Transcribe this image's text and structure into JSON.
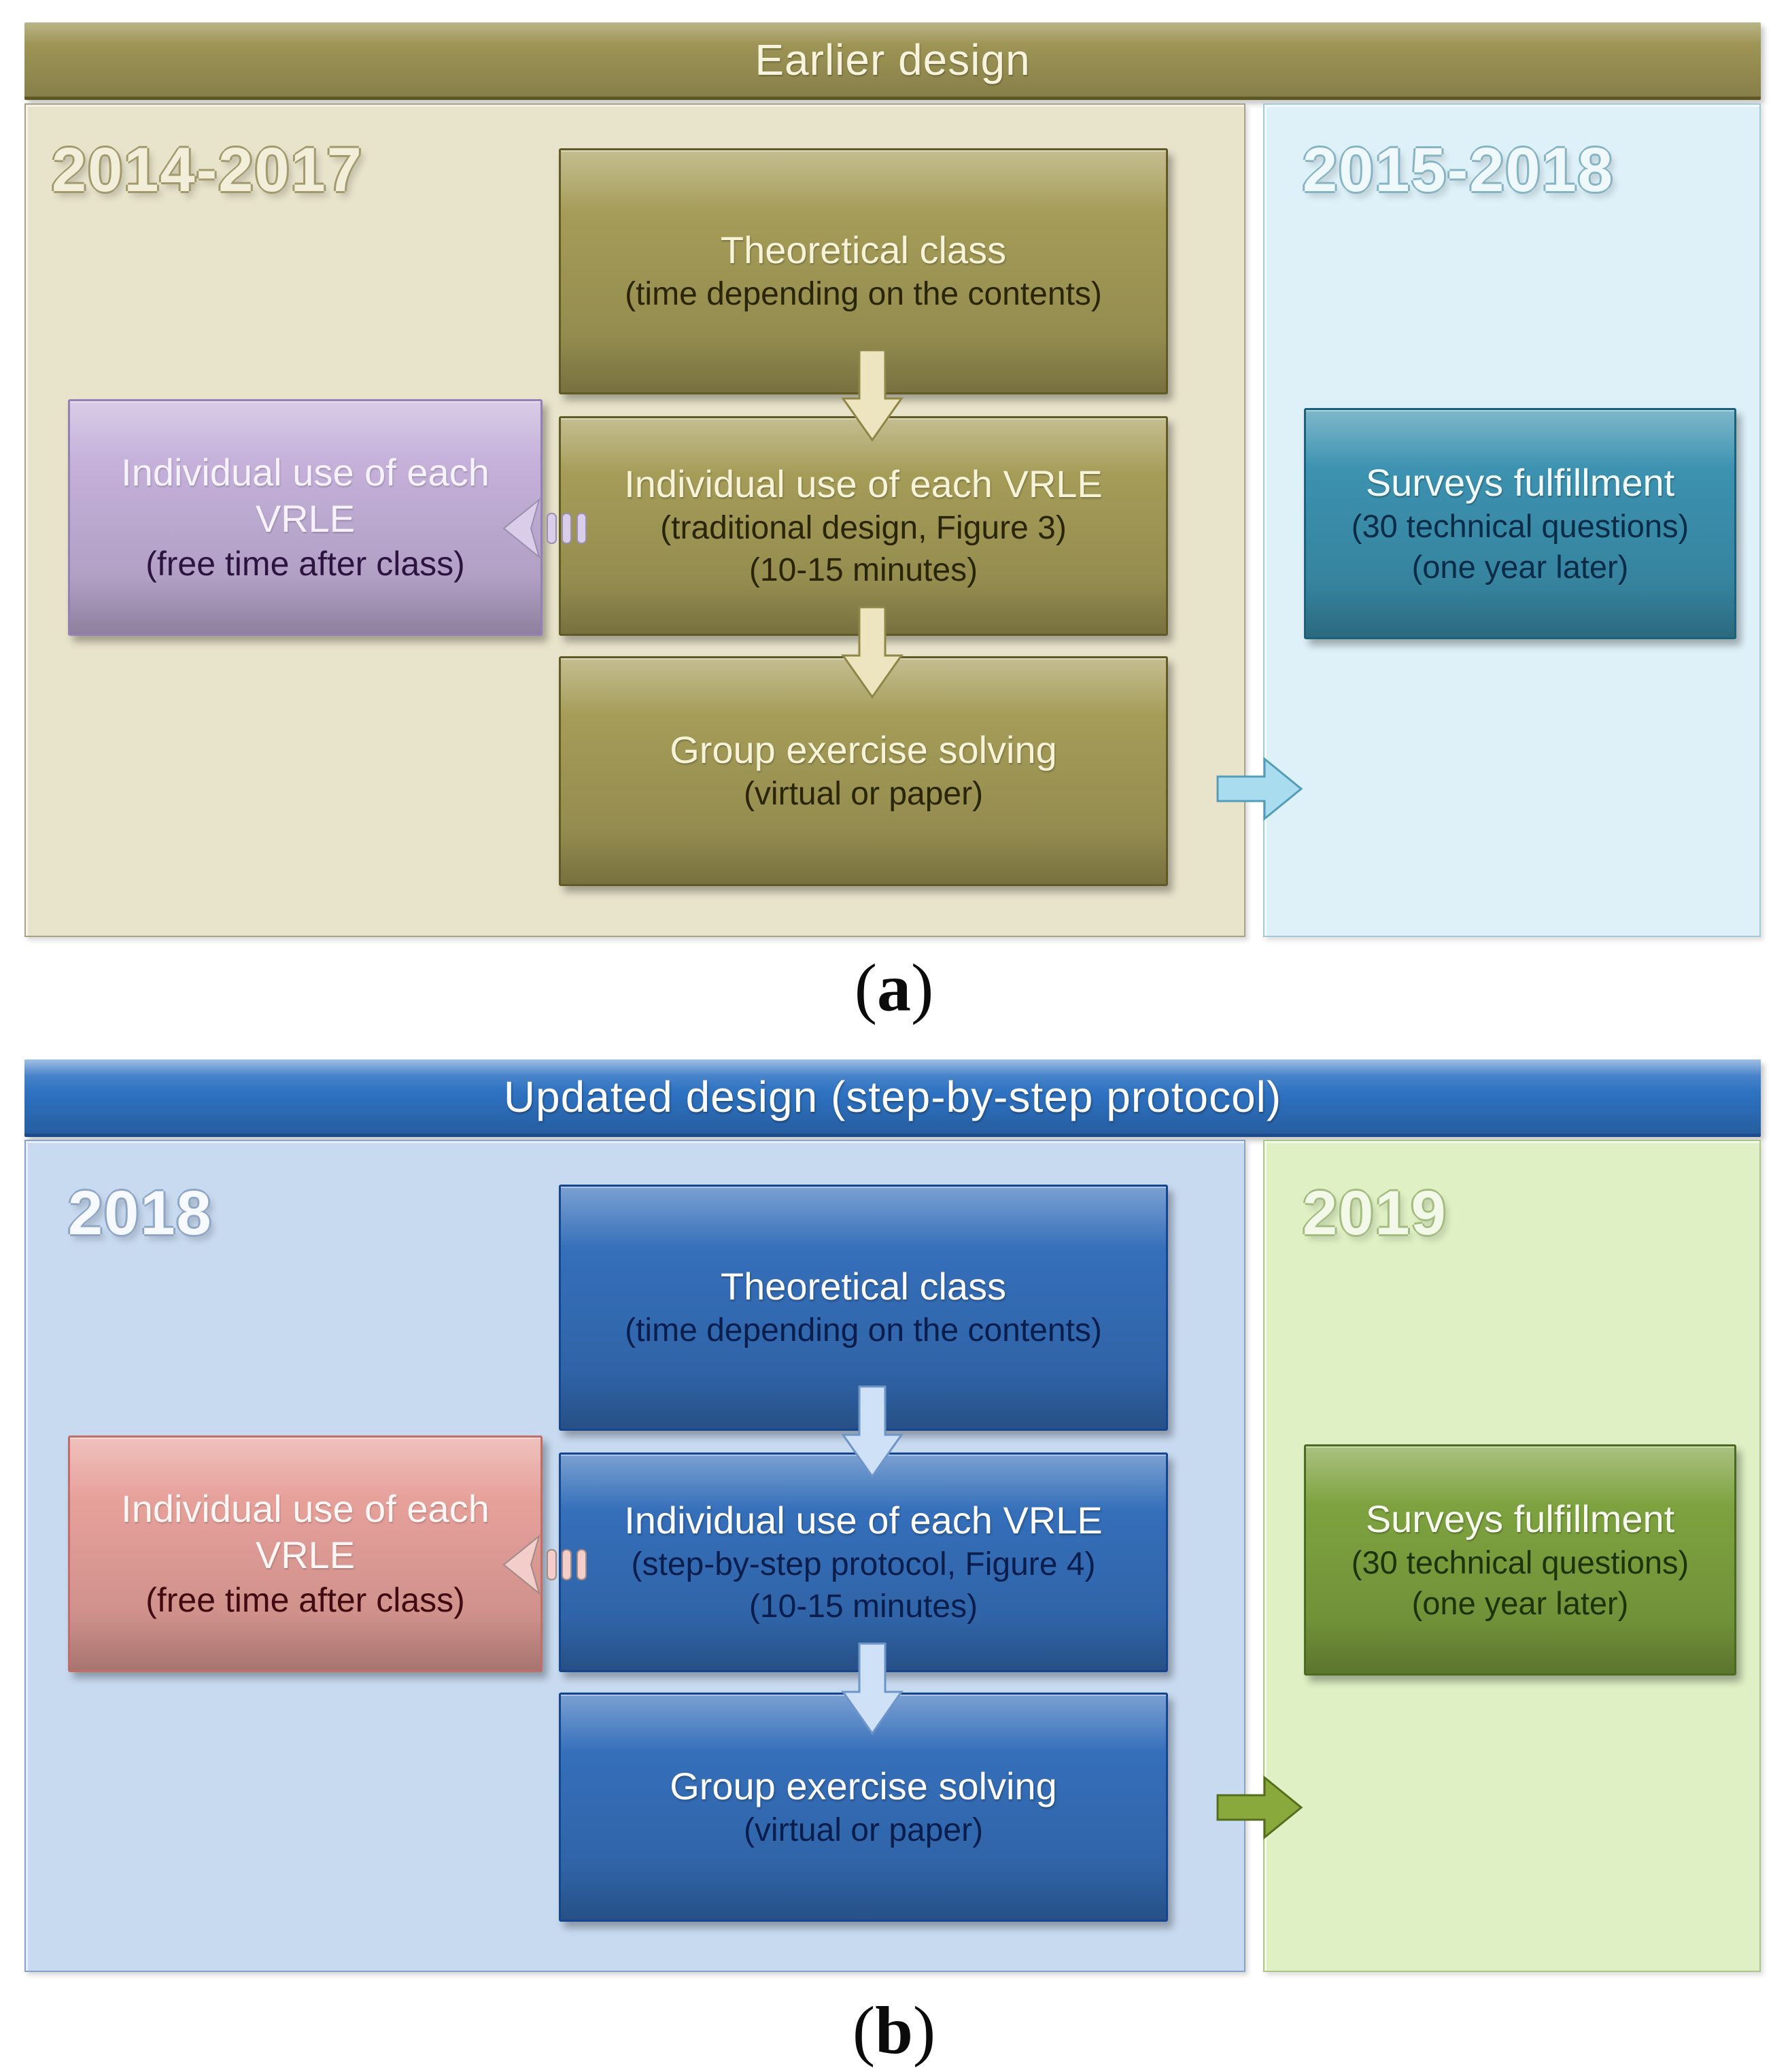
{
  "colors": {
    "page-bg": "#ffffff",
    "caption-text": "#0b0b0b",
    "a-title-bg": "#9d9455",
    "a-title-text": "#f7f3dc",
    "a-panel-bg": "#e8e3cb",
    "a-panel-border": "#a9a183",
    "a-box-bg": "#a59c58",
    "a-box-border": "#615a24",
    "a-box-text-light": "#f7f3d9",
    "a-box-text-dark": "#2a2506",
    "a-side-bg": "#c5b1da",
    "a-side-border": "#9480b4",
    "a-side-text-dark": "#2b1540",
    "a-right-bg": "#def1f8",
    "a-right-border": "#a3c8d6",
    "a-survey-bg": "#3c92b0",
    "a-survey-border": "#1c607c",
    "a-survey-text-dark": "#0a2c48",
    "a-year-left-text": "#f2eeda",
    "a-year-left-glow": "#a29a6c",
    "a-year-right-text": "#eff9fc",
    "a-year-right-glow": "#86b4c4",
    "a-arrow-fill": "#ece5bf",
    "a-arrow-border": "#8f8747",
    "a-cross-arrow-fill": "#a9dcef",
    "a-cross-arrow-border": "#549cb8",
    "a-dash-arrow-fill": "#d9cde9",
    "a-dash-arrow-border": "#9a8fae",
    "b-title-bg": "#2e72c2",
    "b-title-text": "#ffffff",
    "b-panel-bg": "#c8daf0",
    "b-panel-border": "#87a2c6",
    "b-box-bg": "#356fba",
    "b-box-border": "#16458f",
    "b-box-text-light": "#ffffff",
    "b-box-text-dark": "#0a1e4e",
    "b-side-bg": "#e7a19b",
    "b-side-border": "#bf6e68",
    "b-side-text-dark": "#400a10",
    "b-right-bg": "#def0c4",
    "b-right-border": "#a9c588",
    "b-survey-bg": "#7ea23f",
    "b-survey-border": "#4c6a20",
    "b-survey-text-dark": "#1d3309",
    "b-year-left-text": "#f6f9fe",
    "b-year-left-glow": "#8fa6c6",
    "b-year-right-text": "#f3f9e9",
    "b-year-right-glow": "#a4bc80",
    "b-arrow-fill": "#cfe1f6",
    "b-arrow-border": "#6d95c8",
    "b-cross-arrow-fill": "#8aa93d",
    "b-cross-arrow-border": "#556e1e",
    "b-dash-arrow-fill": "#f3cdc9",
    "b-dash-arrow-border": "#a08a88"
  },
  "panels": [
    {
      "title": "Earlier design",
      "period_left": "2014-2017",
      "period_right": "2015-2018",
      "flow_boxes": [
        {
          "main": "Theoretical class",
          "sub1": "(time depending on the contents)"
        },
        {
          "main": "Individual use of each VRLE",
          "sub1": "(traditional design, Figure 3)",
          "sub2": "(10-15 minutes)"
        },
        {
          "main": "Group exercise solving",
          "sub1": "(virtual or paper)"
        }
      ],
      "side_box": {
        "main": "Individual use of each VRLE",
        "sub": "(free time after class)"
      },
      "survey_box": {
        "main": "Surveys fulfillment",
        "sub1": "(30 technical questions)",
        "sub2": "(one year later)"
      },
      "caption": {
        "open": "(",
        "letter": "a",
        "close": ")"
      }
    },
    {
      "title": "Updated design (step-by-step protocol)",
      "period_left": "2018",
      "period_right": "2019",
      "flow_boxes": [
        {
          "main": "Theoretical class",
          "sub1": "(time depending on the contents)"
        },
        {
          "main": "Individual use of each VRLE",
          "sub1": "(step-by-step protocol, Figure 4)",
          "sub2": "(10-15 minutes)"
        },
        {
          "main": "Group exercise solving",
          "sub1": "(virtual or paper)"
        }
      ],
      "side_box": {
        "main": "Individual use of each VRLE",
        "sub": "(free time after class)"
      },
      "survey_box": {
        "main": "Surveys fulfillment",
        "sub1": "(30 technical questions)",
        "sub2": "(one year later)"
      },
      "caption": {
        "open": "(",
        "letter": "b",
        "close": ")"
      }
    }
  ]
}
